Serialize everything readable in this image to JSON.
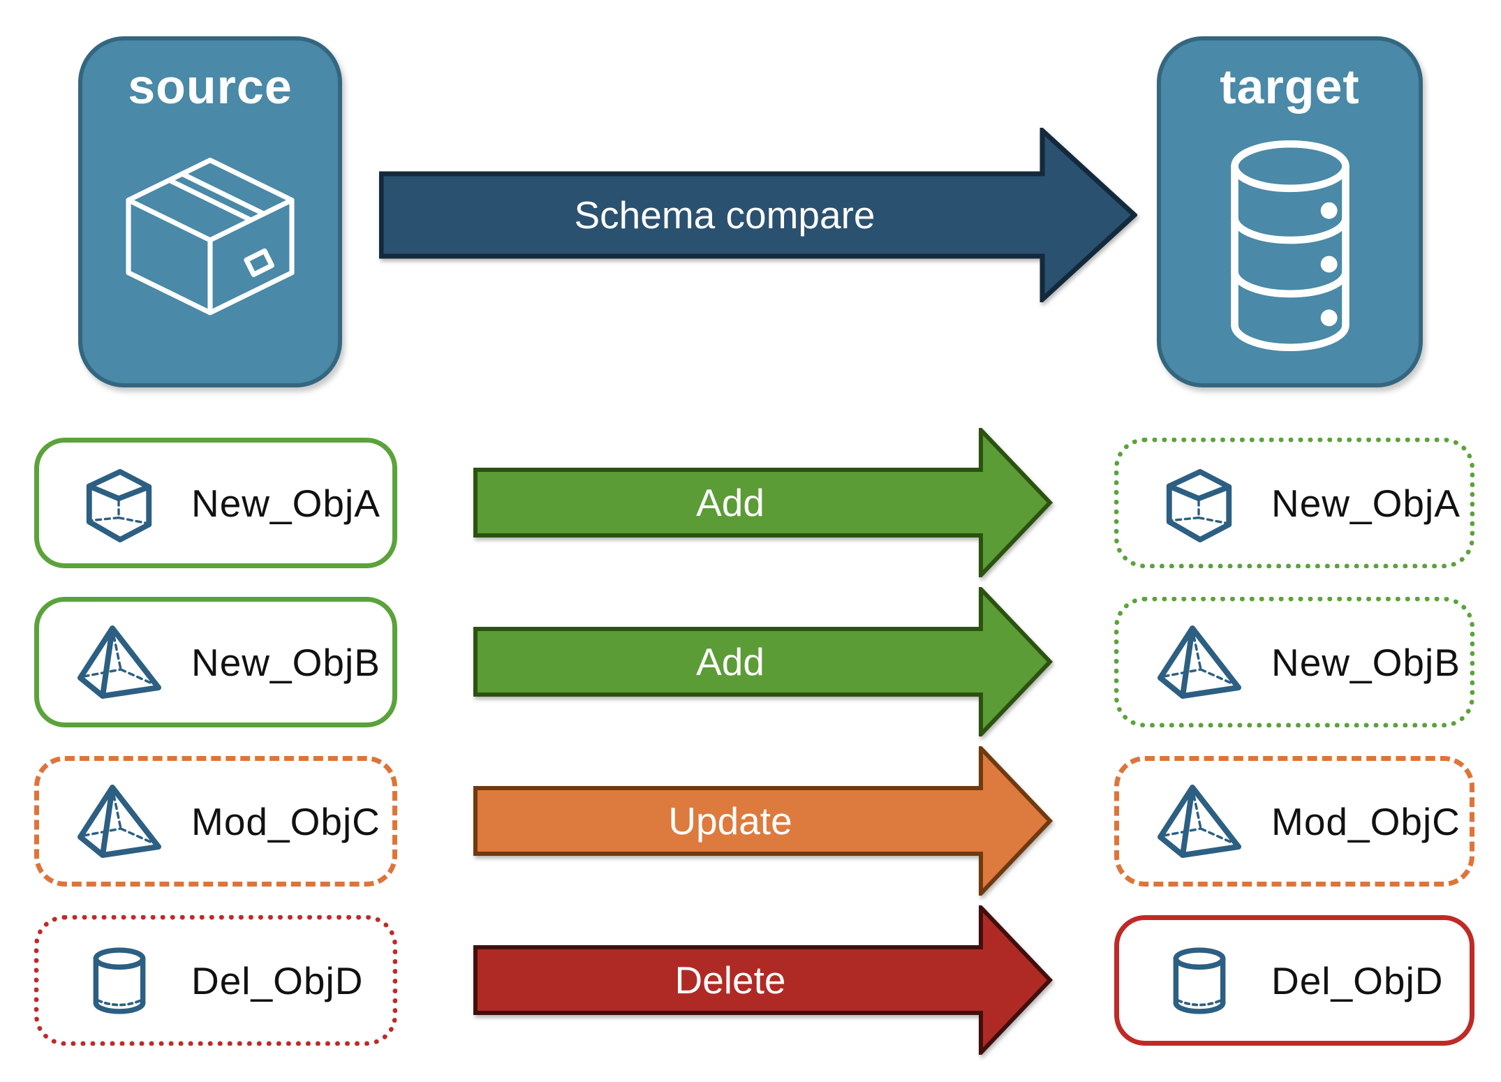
{
  "diagram": {
    "source_panel": {
      "label": "source",
      "icon": "package-icon"
    },
    "target_panel": {
      "label": "target",
      "icon": "database-icon"
    },
    "compare_arrow": {
      "label": "Schema compare"
    }
  },
  "rows": [
    {
      "name": "New_ObjA",
      "action": "Add",
      "icon": "cube-icon",
      "source_box_style": "solid-green",
      "target_box_style": "dotted-green"
    },
    {
      "name": "New_ObjB",
      "action": "Add",
      "icon": "pyramid-icon",
      "source_box_style": "solid-green",
      "target_box_style": "dotted-green"
    },
    {
      "name": "Mod_ObjC",
      "action": "Update",
      "icon": "pyramid-icon",
      "source_box_style": "dashed-orange",
      "target_box_style": "dashed-orange"
    },
    {
      "name": "Del_ObjD",
      "action": "Delete",
      "icon": "cylinder-icon",
      "source_box_style": "dotted-red",
      "target_box_style": "solid-red"
    }
  ],
  "colors": {
    "panel_blue": "#4A89A7",
    "panel_border": "#34677F",
    "compare_fill": "#2B5170",
    "compare_border": "#14293C",
    "add_fill": "#5B9C36",
    "add_border": "#2B520F",
    "update_fill": "#DD7A3D",
    "update_border": "#70390F",
    "delete_fill": "#B02A25",
    "delete_border": "#420F0D",
    "green_box_border": "#5AA33A",
    "orange_box_border": "#DE7439",
    "red_box_border": "#BE2B27",
    "icon_stroke": "#2C5F82"
  }
}
